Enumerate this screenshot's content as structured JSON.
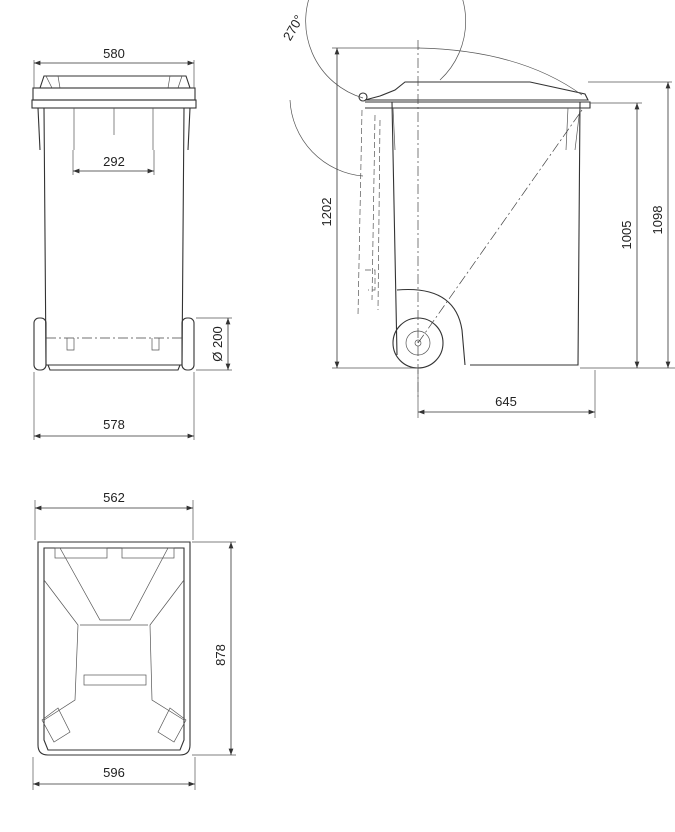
{
  "title": "Wheelie bin technical drawing",
  "front_view": {
    "lid_width": "580",
    "inner_width": "292",
    "wheel_diameter": "Ø 200",
    "base_width": "578"
  },
  "side_view": {
    "lid_angle": "270°",
    "open_height": "1202",
    "body_height": "1005",
    "total_height": "1098",
    "depth": "645"
  },
  "bottom_view": {
    "top_width": "562",
    "length": "878",
    "bottom_width": "596"
  }
}
